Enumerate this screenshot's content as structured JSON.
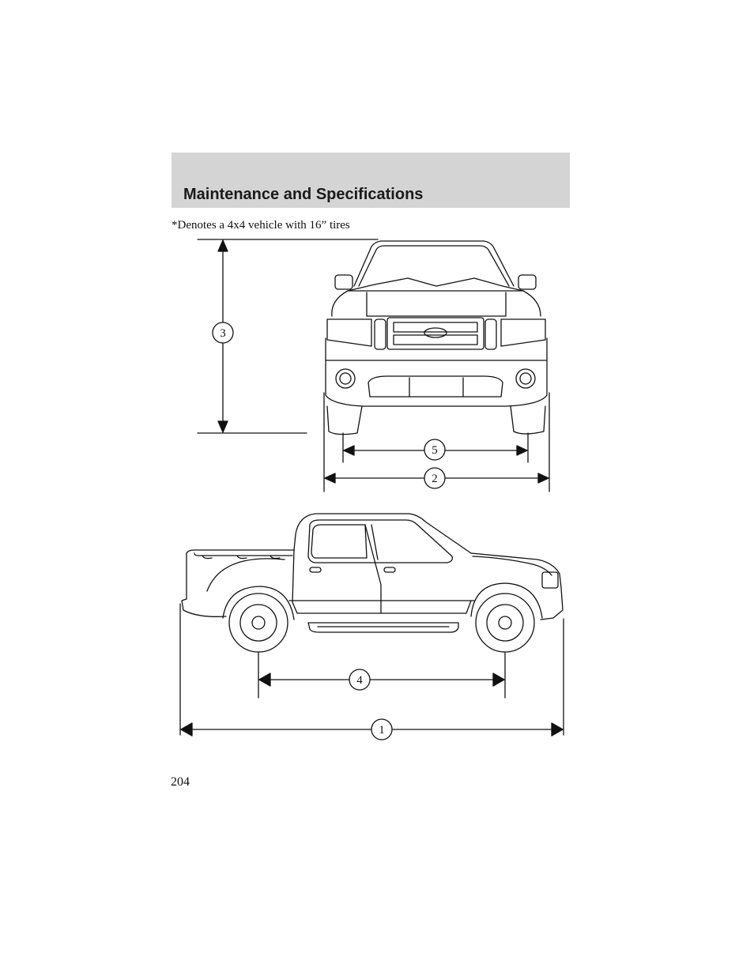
{
  "header": {
    "title": "Maintenance and Specifications"
  },
  "note": "*Denotes a 4x4 vehicle with 16” tires",
  "dimension_callouts": {
    "overall_length": "1",
    "overall_width": "2",
    "overall_height": "3",
    "wheelbase": "4",
    "track": "5"
  },
  "page_number": "204"
}
